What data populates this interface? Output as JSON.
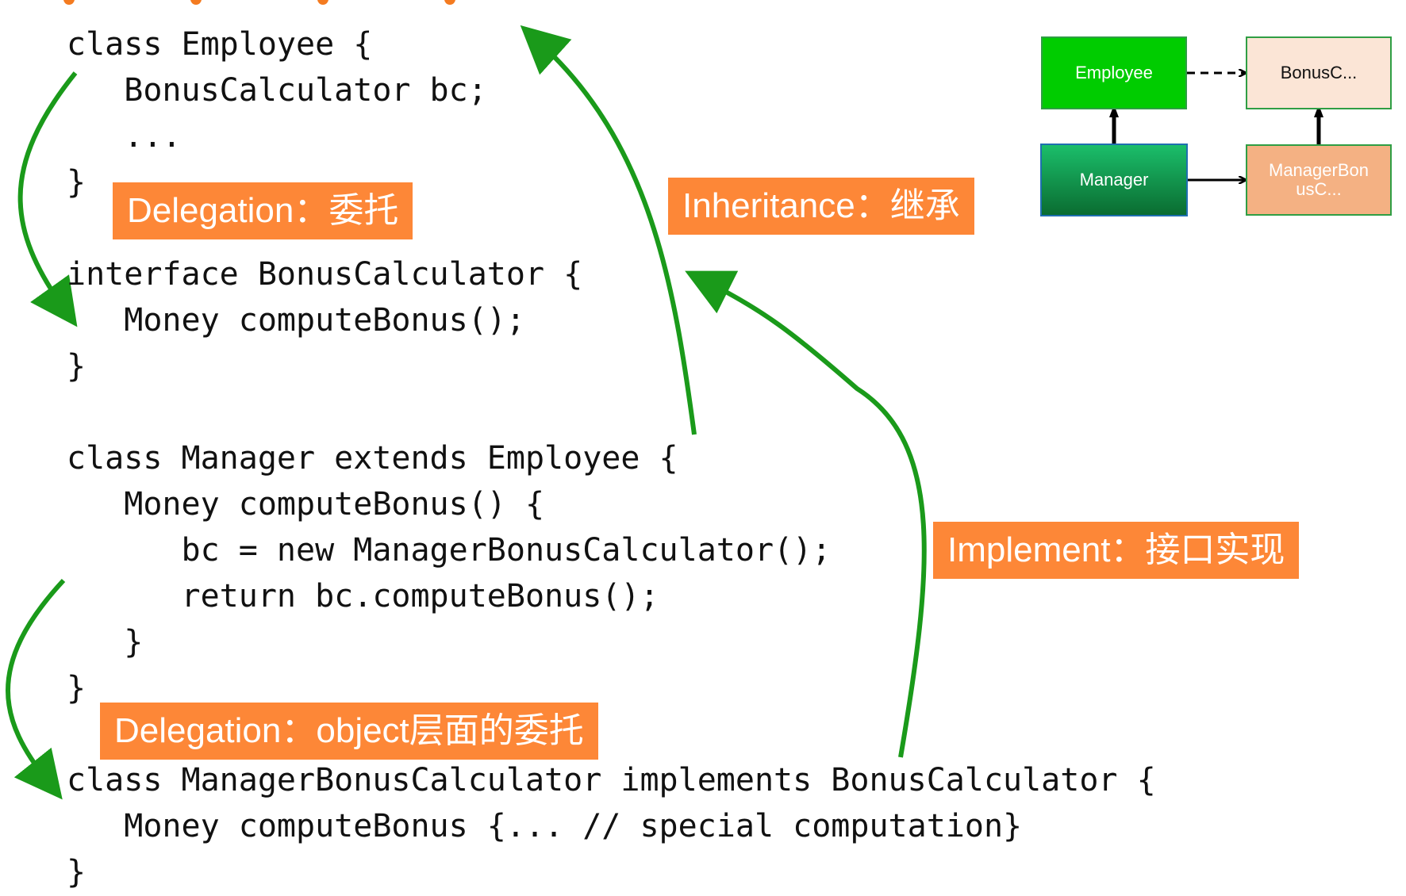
{
  "code_lines": [
    {
      "id": "employee-class",
      "text": "class Employee {"
    },
    {
      "id": "employee-field",
      "text": "   BonusCalculator bc;"
    },
    {
      "id": "employee-ellipsis",
      "text": "   ..."
    },
    {
      "id": "employee-close",
      "text": "}"
    },
    {
      "id": "interface-decl",
      "text": "interface BonusCalculator {"
    },
    {
      "id": "interface-method",
      "text": "   Money computeBonus();"
    },
    {
      "id": "interface-close",
      "text": "}"
    },
    {
      "id": "manager-class",
      "text": "class Manager extends Employee {"
    },
    {
      "id": "manager-method",
      "text": "   Money computeBonus() {"
    },
    {
      "id": "manager-assign",
      "text": "      bc = new ManagerBonusCalculator();"
    },
    {
      "id": "manager-return",
      "text": "      return bc.computeBonus();"
    },
    {
      "id": "manager-method-close",
      "text": "   }"
    },
    {
      "id": "manager-close",
      "text": "}"
    },
    {
      "id": "mbc-class",
      "text": "class ManagerBonusCalculator implements BonusCalculator {"
    },
    {
      "id": "mbc-method",
      "text": "   Money computeBonus {... // special computation}"
    },
    {
      "id": "mbc-close",
      "text": "}"
    }
  ],
  "labels": {
    "delegation": "Delegation：委托",
    "inheritance": "Inheritance：继承",
    "implement": "Implement：接口实现",
    "delegation_object": "Delegation：object层面的委托"
  },
  "uml": {
    "employee": "Employee",
    "bonus_calc": "BonusC...",
    "manager": "Manager",
    "manager_bonus_calc_line1": "ManagerBon",
    "manager_bonus_calc_line2": "usC..."
  },
  "colors": {
    "label_bg": "#fd8737",
    "arrow_green": "#1a9a1a",
    "uml_employee": "#00cc00",
    "uml_manager_top": "#1bbf6b",
    "uml_manager_bottom": "#0a6b30",
    "uml_bonus_calc_bg": "#fbe5d6",
    "uml_manager_bonus_bg": "#f4b183",
    "uml_border": "#2f9e44"
  }
}
